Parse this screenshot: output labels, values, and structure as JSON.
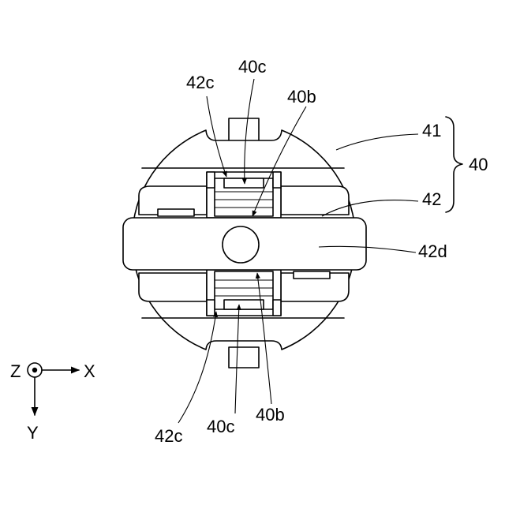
{
  "labels": {
    "top_42c": "42c",
    "top_40c": "40c",
    "top_40b": "40b",
    "ref_41": "41",
    "ref_42": "42",
    "ref_40": "40",
    "ref_42d": "42d",
    "bot_42c": "42c",
    "bot_40c": "40c",
    "bot_40b": "40b"
  },
  "axes": {
    "z": "Z",
    "x": "X",
    "y": "Y"
  }
}
